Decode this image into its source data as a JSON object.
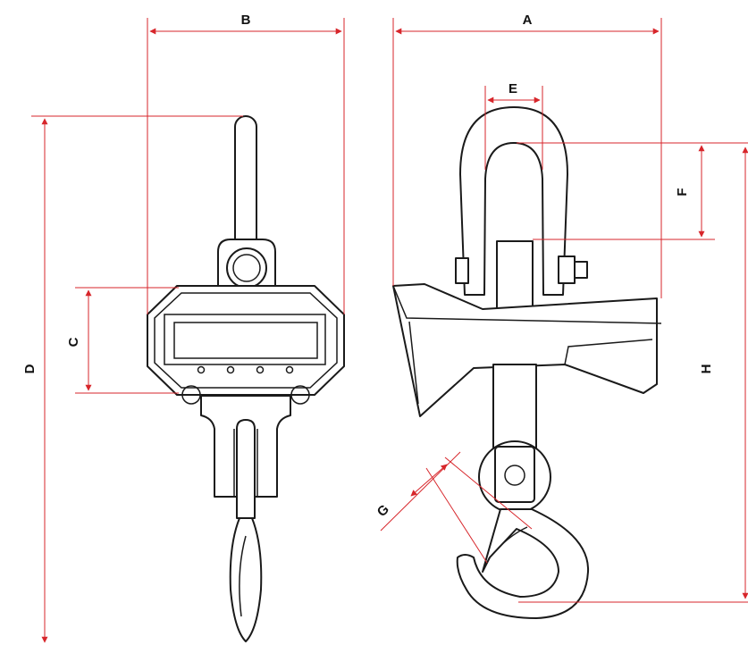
{
  "colors": {
    "dimension_line": "#d7262b",
    "drawing_line": "#1a1a1a"
  },
  "dimensions": {
    "a": "A",
    "b": "B",
    "c": "C",
    "d": "D",
    "e": "E",
    "f": "F",
    "g": "G",
    "h": "H"
  }
}
